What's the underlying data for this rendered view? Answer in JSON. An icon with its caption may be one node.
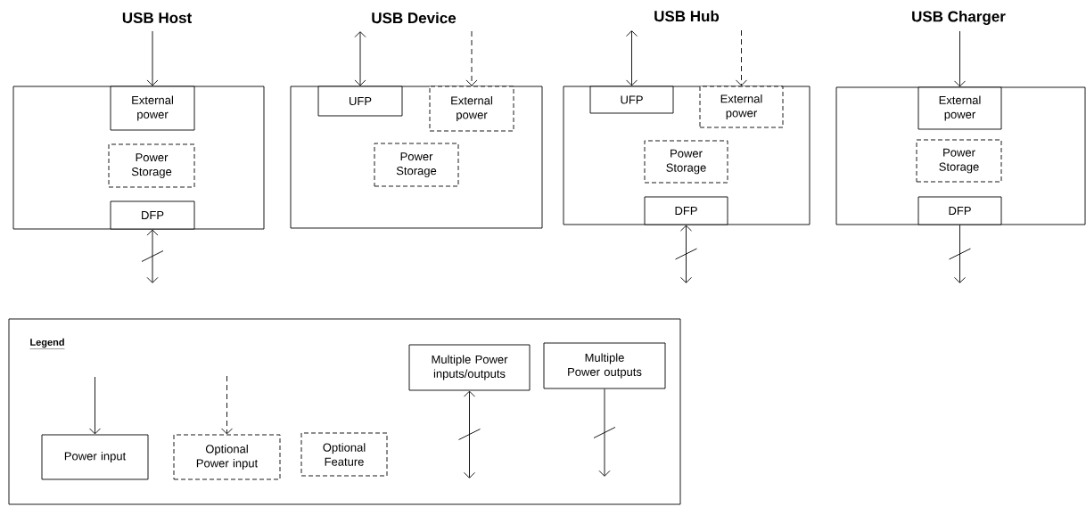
{
  "diagram": {
    "nodes": [
      {
        "text": [
          "USB Host"
        ]
      },
      {
        "text": [
          "External power"
        ],
        "in": 0
      },
      {
        "text": [
          "Power Storage"
        ],
        "in": 0
      },
      {
        "text": [
          "DFP"
        ],
        "in": 0
      },
      {
        "text": [
          "USB Device"
        ]
      },
      {
        "text": [
          "UFP"
        ],
        "in": 4
      },
      {
        "text": [
          "External power"
        ],
        "in": 4
      },
      {
        "text": [
          "Power Storage"
        ],
        "in": 4
      },
      {
        "text": [
          "USB Hub"
        ]
      },
      {
        "text": [
          "UFP"
        ],
        "in": 8
      },
      {
        "text": [
          "External power"
        ],
        "in": 8
      },
      {
        "text": [
          "Power Storage"
        ],
        "in": 8
      },
      {
        "text": [
          "DFP"
        ],
        "in": 8
      },
      {
        "text": [
          "USB Charger"
        ]
      },
      {
        "text": [
          "External power"
        ],
        "in": 13
      },
      {
        "text": [
          "Power Storage"
        ],
        "in": 13
      },
      {
        "text": [
          "DFP"
        ],
        "in": 13
      },
      {
        "text": [
          "Legend"
        ]
      },
      {
        "text": [
          "Power input"
        ],
        "in": 17
      },
      {
        "text": [
          "Optional Power input"
        ],
        "in": 17
      },
      {
        "text": [
          "Optional Feature"
        ],
        "in": 17
      },
      {
        "text": [
          "Multiple Power inputs/outputs"
        ],
        "in": 17
      },
      {
        "text": [
          "Multiple Power outputs"
        ],
        "in": 17
      }
    ],
    "edges": [
      {
        "from": null,
        "to": 1,
        "arrow": "to"
      },
      {
        "from": 3,
        "to": null,
        "arrow": "both"
      },
      {
        "from": 5,
        "to": null,
        "arrow": "both"
      },
      {
        "from": null,
        "to": 6,
        "arrow": "to",
        "style": "dashed"
      },
      {
        "from": 9,
        "to": null,
        "arrow": "both"
      },
      {
        "from": null,
        "to": 10,
        "arrow": "to",
        "style": "dashed"
      },
      {
        "from": 12,
        "to": null,
        "arrow": "both"
      },
      {
        "from": null,
        "to": 14,
        "arrow": "to"
      },
      {
        "from": 16,
        "to": null,
        "arrow": "to"
      },
      {
        "from": null,
        "to": 18,
        "arrow": "to"
      },
      {
        "from": null,
        "to": 19,
        "arrow": "to",
        "style": "dashed"
      },
      {
        "from": 21,
        "to": null,
        "arrow": "both"
      },
      {
        "from": 22,
        "to": null,
        "arrow": "to"
      }
    ]
  }
}
